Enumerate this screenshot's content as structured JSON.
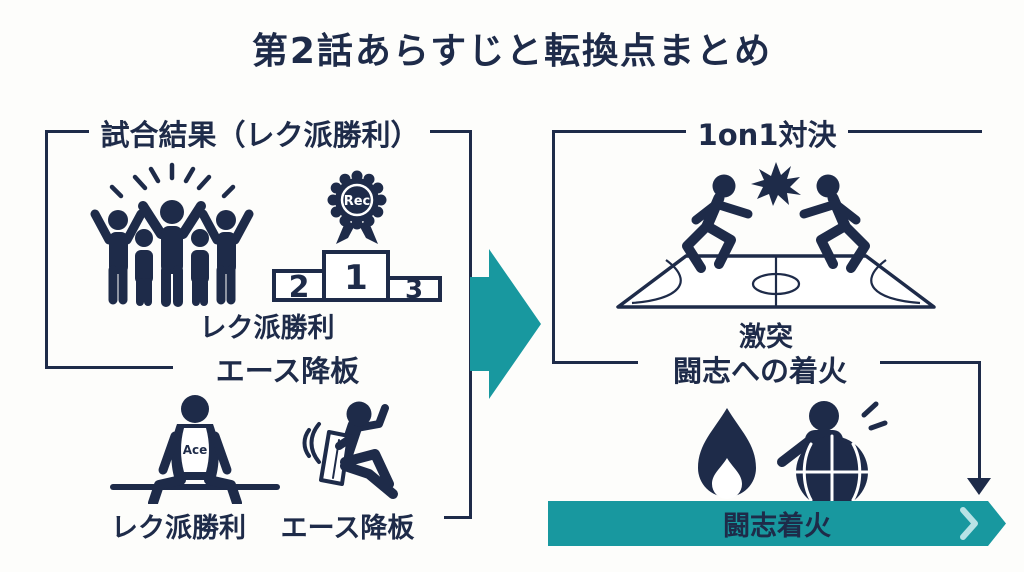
{
  "title": "第2話あらすじと転換点まとめ",
  "colors": {
    "navy": "#1e2b49",
    "teal": "#18989f",
    "teal_light": "#b8e3e6",
    "background": "#fdfdfb"
  },
  "left_panel": {
    "header": "試合結果（レク派勝利）",
    "victory_label": "レク派勝利",
    "sub_header": "エース降板",
    "badge_label": "Rec",
    "podium_ranks": {
      "first": "1",
      "second": "2",
      "third": "3"
    },
    "jersey_label": "Ace",
    "bottom_labels": [
      "レク派勝利",
      "エース降板"
    ],
    "icons": [
      "celebrating-crowd-icon",
      "winner-podium-icon",
      "dejected-ace-on-bench-icon",
      "towel-frustration-icon"
    ]
  },
  "right_panel": {
    "header": "1on1対決",
    "clash_label": "激突",
    "sub_header": "闘志への着火",
    "banner_label": "闘志着火",
    "icons": [
      "basketball-court-clash-icon",
      "flame-icon",
      "player-with-basketball-icon",
      "down-arrow-icon"
    ]
  }
}
